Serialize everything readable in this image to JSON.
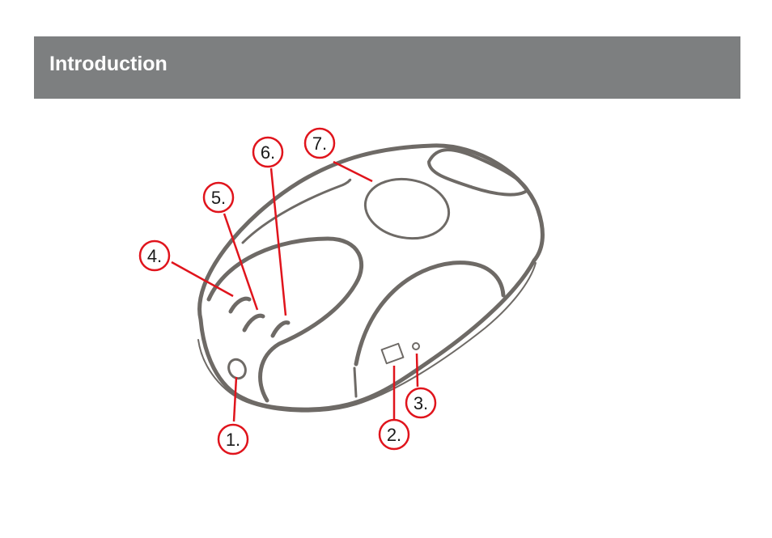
{
  "header": {
    "title": "Introduction"
  },
  "colors": {
    "header_bg": "#7d7f80",
    "callout": "#e0141c",
    "outline": "#6e6a66"
  },
  "callouts": [
    {
      "label": "1."
    },
    {
      "label": "2."
    },
    {
      "label": "3."
    },
    {
      "label": "4."
    },
    {
      "label": "5."
    },
    {
      "label": "6."
    },
    {
      "label": "7."
    }
  ]
}
